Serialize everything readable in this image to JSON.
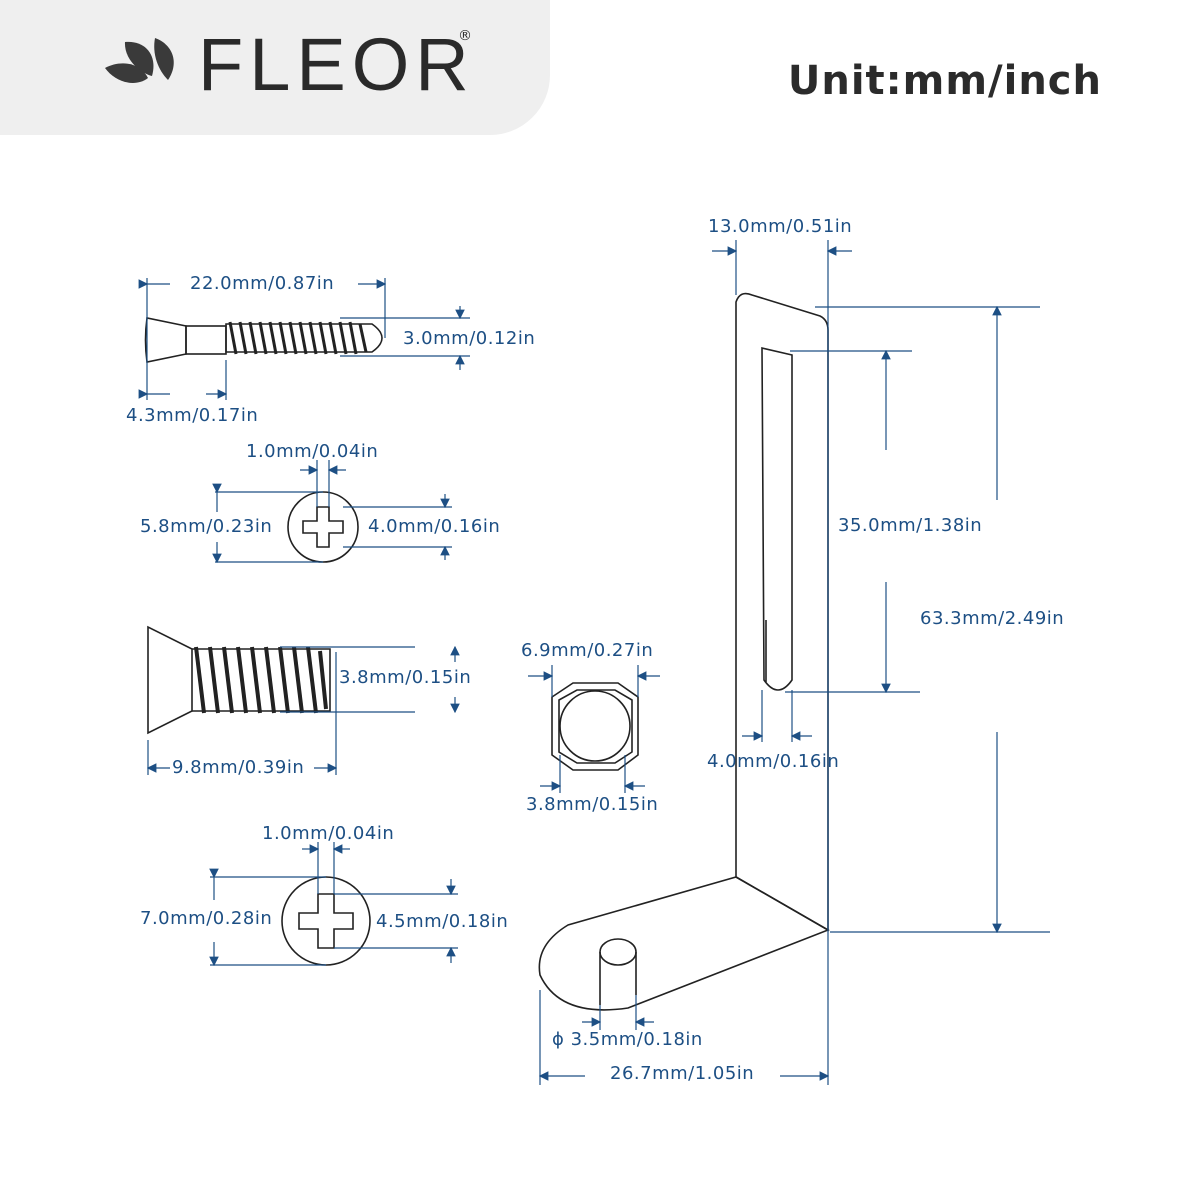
{
  "header": {
    "brand": "FLEOR",
    "registered": "®",
    "unit_label": "Unit:mm/inch",
    "logo_icon": "leaf-logo-icon"
  },
  "dimensions": {
    "screw_long_length": "22.0mm/0.87in",
    "screw_long_thread": "3.0mm/0.12in",
    "screw_long_shank": "4.3mm/0.17in",
    "head1_slot": "1.0mm/0.04in",
    "head1_diameter": "5.8mm/0.23in",
    "head1_cross": "4.0mm/0.16in",
    "screw_short_thread": "3.8mm/0.15in",
    "screw_short_length": "9.8mm/0.39in",
    "hex_outer": "6.9mm/0.27in",
    "hex_inner": "3.8mm/0.15in",
    "head2_slot": "1.0mm/0.04in",
    "head2_diameter": "7.0mm/0.28in",
    "head2_cross": "4.5mm/0.18in",
    "bracket_width": "13.0mm/0.51in",
    "bracket_slot_length": "35.0mm/1.38in",
    "bracket_height": "63.3mm/2.49in",
    "bracket_slot_width": "4.0mm/0.16in",
    "bracket_hole": "ϕ 3.5mm/0.18in",
    "bracket_foot": "26.7mm/1.05in"
  },
  "colors": {
    "dimension": "#1d4f84",
    "outline": "#222222",
    "header_bg": "#efefef"
  }
}
